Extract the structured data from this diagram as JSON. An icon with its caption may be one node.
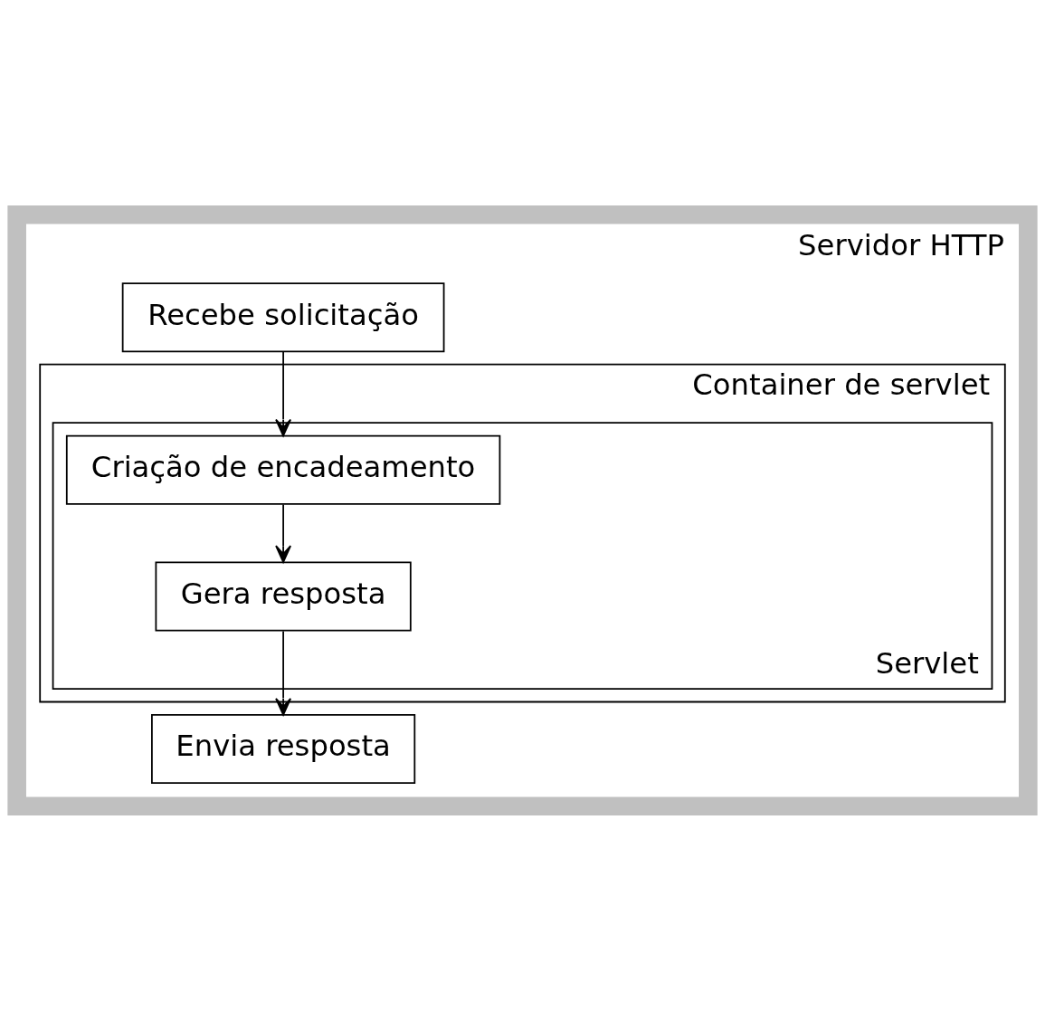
{
  "diagram": {
    "nodes": [
      {
        "text": [
          "Servidor HTTP"
        ]
      },
      {
        "text": [
          "Recebe solicitação"
        ],
        "in": 0
      },
      {
        "text": [
          "Container de servlet"
        ],
        "in": 0
      },
      {
        "text": [
          "Servlet"
        ],
        "in": 2
      },
      {
        "text": [
          "Criação de encadeamento"
        ],
        "in": 3
      },
      {
        "text": [
          "Gera resposta"
        ],
        "in": 3
      },
      {
        "text": [
          "Envia resposta"
        ],
        "in": 0
      }
    ],
    "edges": [
      {
        "from": 1,
        "to": 4,
        "arrow": "to"
      },
      {
        "from": 4,
        "to": 5,
        "arrow": "to"
      },
      {
        "from": 5,
        "to": 6,
        "arrow": "to"
      }
    ]
  }
}
